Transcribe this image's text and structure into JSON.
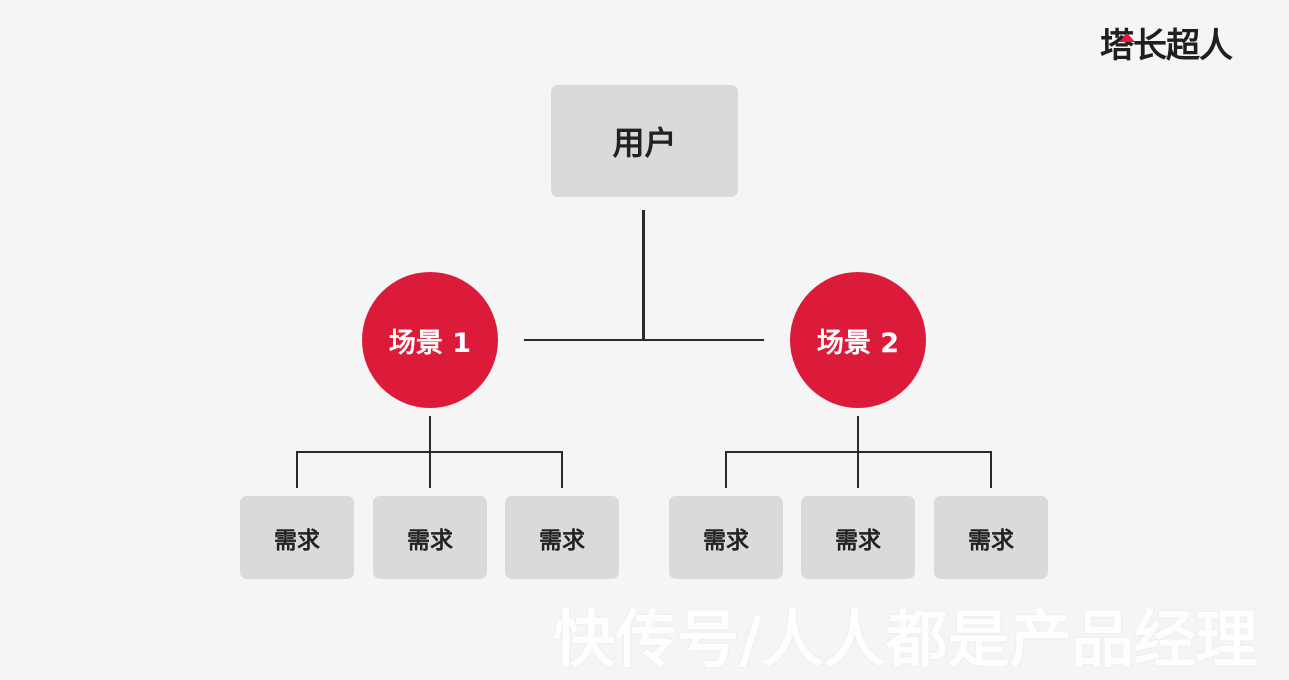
{
  "brand": {
    "logo_text": "塔长超人"
  },
  "diagram": {
    "root": {
      "label": "用户"
    },
    "scenarios": [
      {
        "label": "场景 1",
        "needs": [
          "需求",
          "需求",
          "需求"
        ]
      },
      {
        "label": "场景 2",
        "needs": [
          "需求",
          "需求",
          "需求"
        ]
      }
    ]
  },
  "watermark": {
    "text": "快传号/人人都是产品经理"
  },
  "colors": {
    "background": "#f5f5f5",
    "node_fill": "#dadada",
    "accent": "#dc1b3b",
    "connector": "#2a2a2a",
    "text_dark": "#222222",
    "text_light": "#ffffff"
  }
}
